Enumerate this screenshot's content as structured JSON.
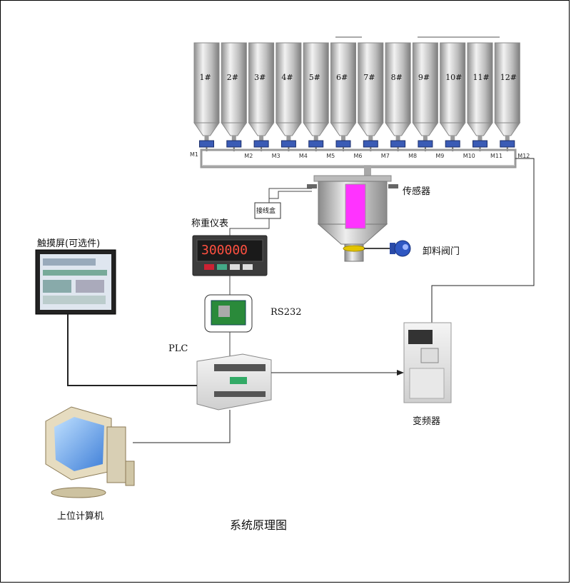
{
  "silos": [
    "1#",
    "2#",
    "3#",
    "4#",
    "5#",
    "6#",
    "7#",
    "8#",
    "9#",
    "10#",
    "11#",
    "12#"
  ],
  "motors": [
    "M1",
    "M2",
    "M3",
    "M4",
    "M5",
    "M6",
    "M7",
    "M8",
    "M9",
    "M10",
    "M11",
    "M12"
  ],
  "labels": {
    "sensor": "传感器",
    "junction_box": "接线盒",
    "weighing_instrument": "称重仪表",
    "discharge_valve": "卸料阀门",
    "touch_screen": "触摸屏(可选件)",
    "rs232": "RS232",
    "plc": "PLC",
    "inverter": "变频器",
    "host_computer": "上位计算机",
    "caption": "系统原理图"
  },
  "display_readout": "300000",
  "colors": {
    "silo": "#c8c8c8",
    "bin_window": "#ff33ff",
    "motor": "#3a5bb5",
    "wire": "#222222"
  }
}
